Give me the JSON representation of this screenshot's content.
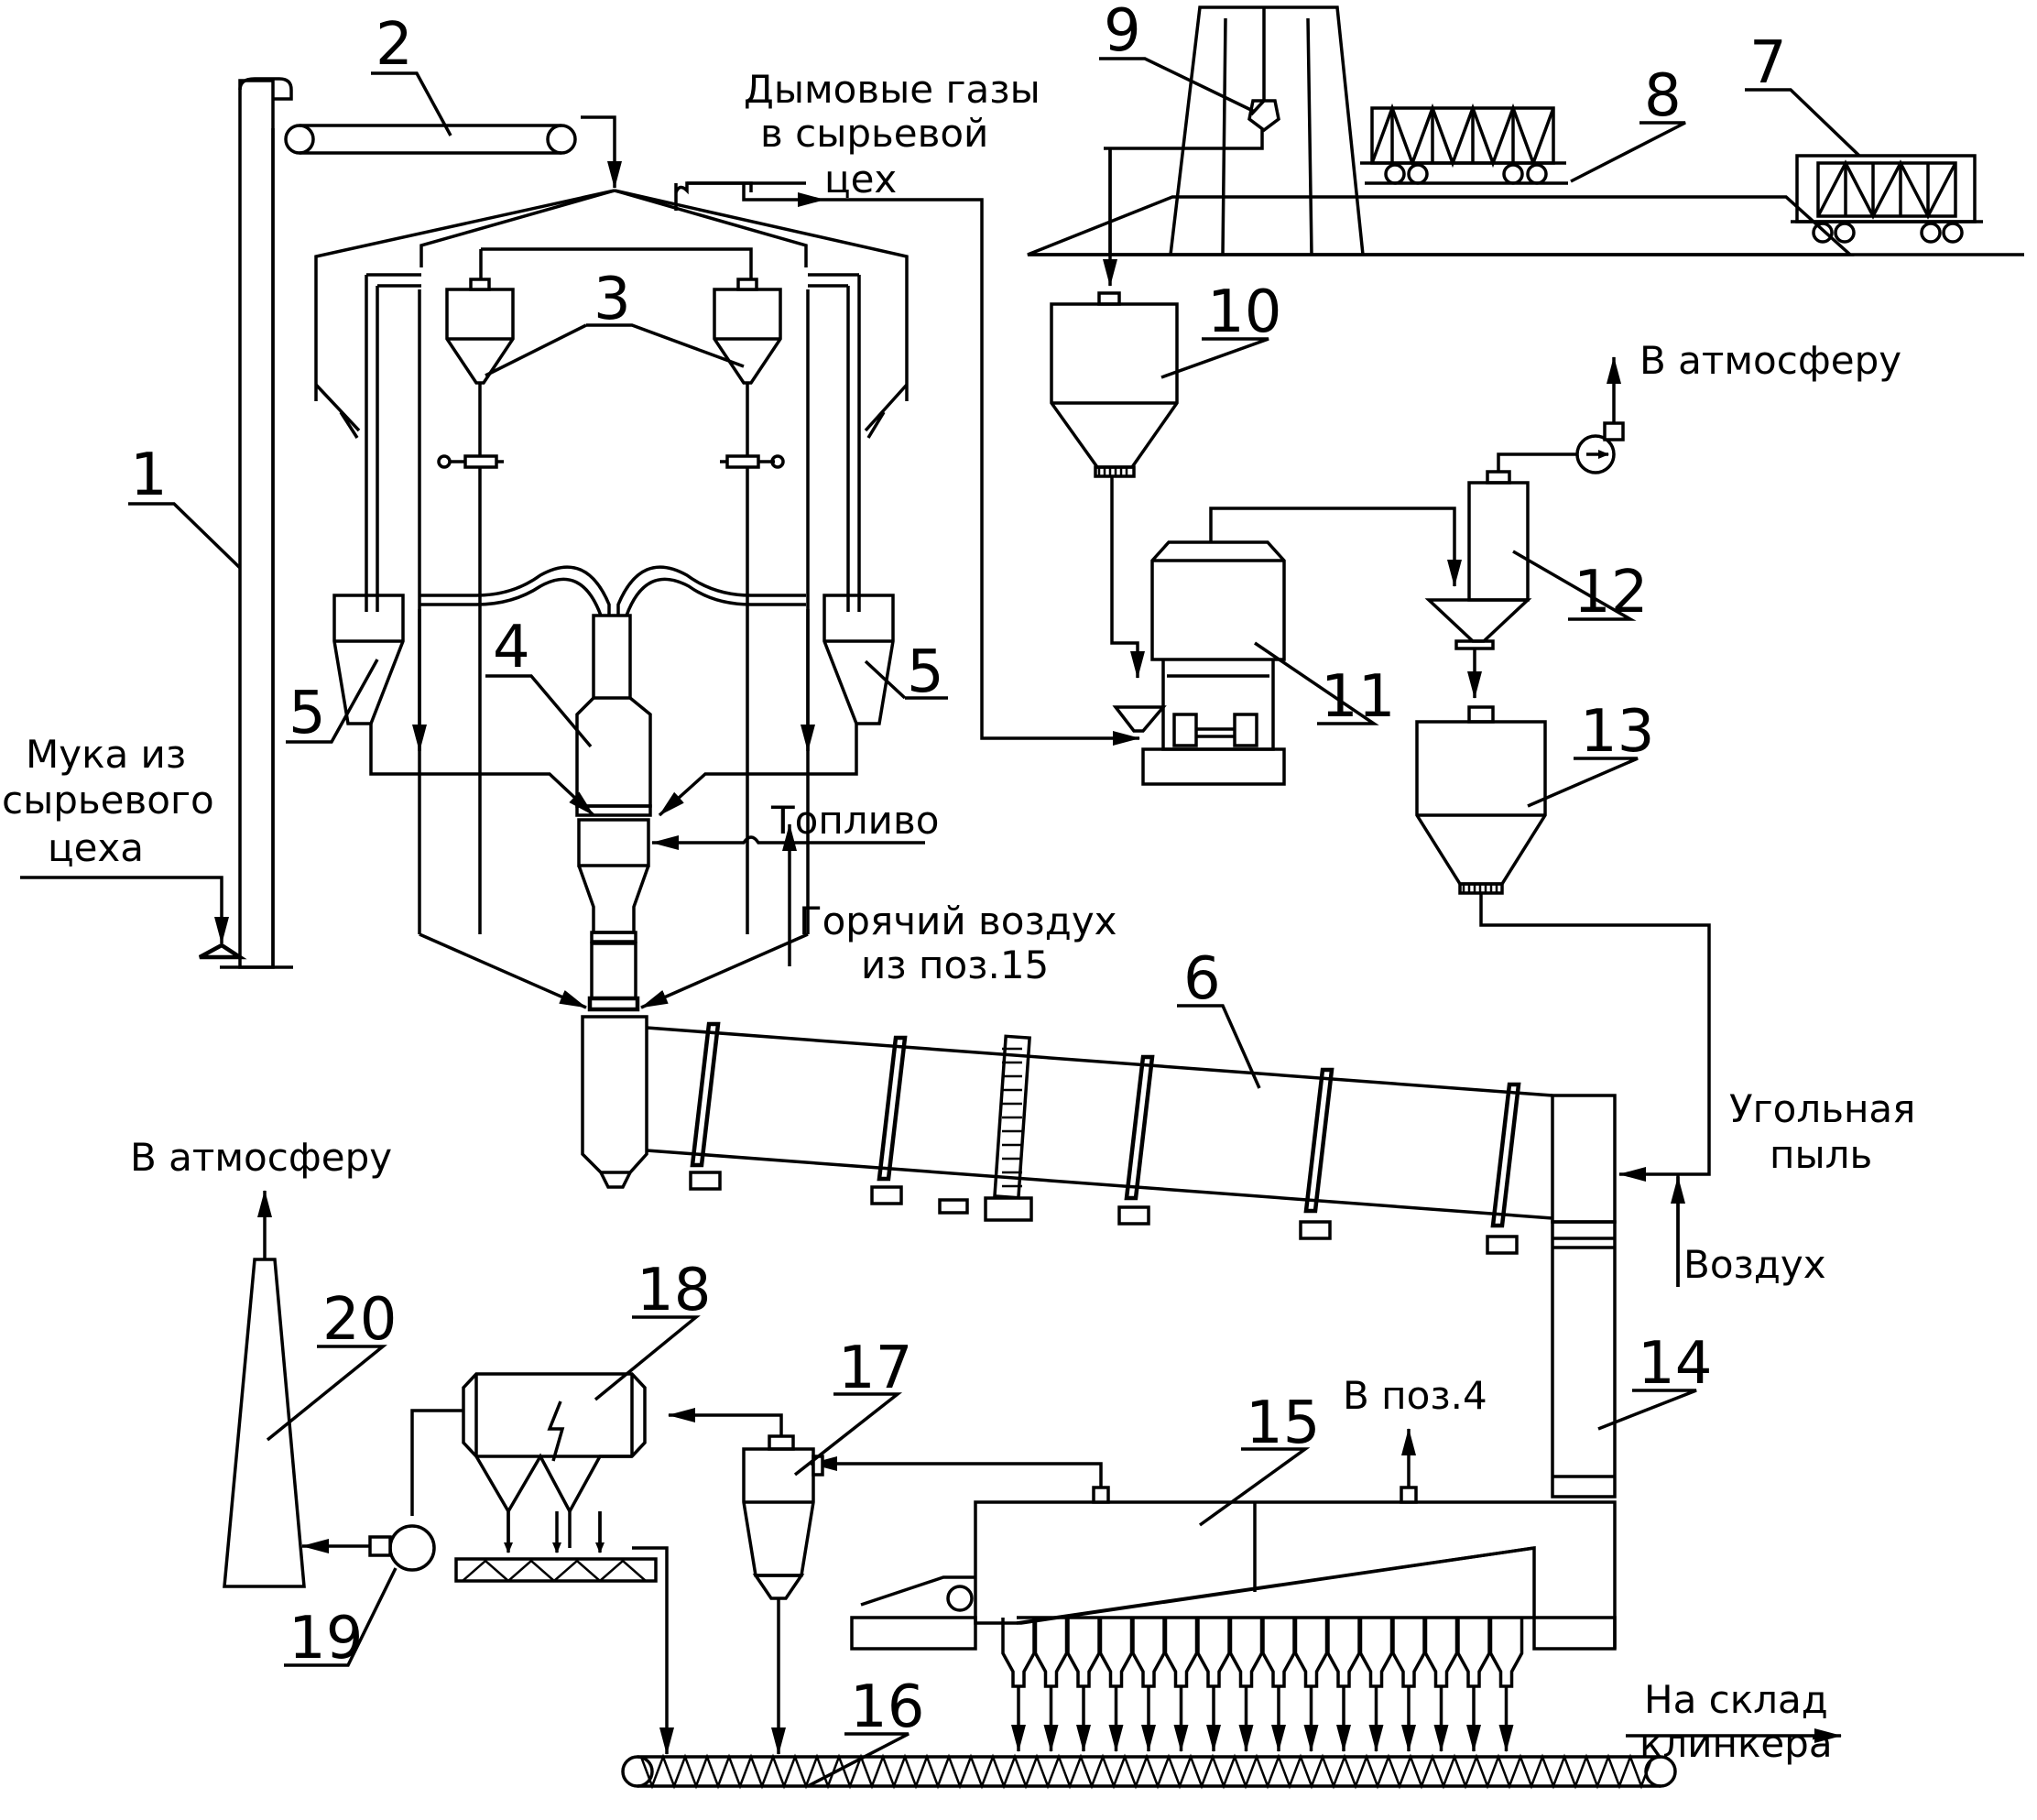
{
  "labels": {
    "n1": "1",
    "n2": "2",
    "n3": "3",
    "n4": "4",
    "n5a": "5",
    "n5b": "5",
    "n6": "6",
    "n7": "7",
    "n8": "8",
    "n9": "9",
    "n10": "10",
    "n11": "11",
    "n12": "12",
    "n13": "13",
    "n14": "14",
    "n15": "15",
    "n16": "16",
    "n17": "17",
    "n18": "18",
    "n19": "19",
    "n20": "20"
  },
  "captions": {
    "flue_gas": [
      "Дымовые газы",
      "в сырьевой",
      "цех"
    ],
    "atmosphere_top": "В атмосферу",
    "raw_meal": [
      "Мука из",
      "сырьевого",
      "цеха"
    ],
    "fuel": "Топливо",
    "hot_air": [
      "Горячий воздух",
      "из поз.15"
    ],
    "coal_dust": [
      "Угольная",
      "пыль"
    ],
    "air": "Воздух",
    "atmosphere_bottom": "В атмосферу",
    "to_pos4": "В поз.4",
    "clinker_store": [
      "На склад",
      "клинкера"
    ]
  }
}
